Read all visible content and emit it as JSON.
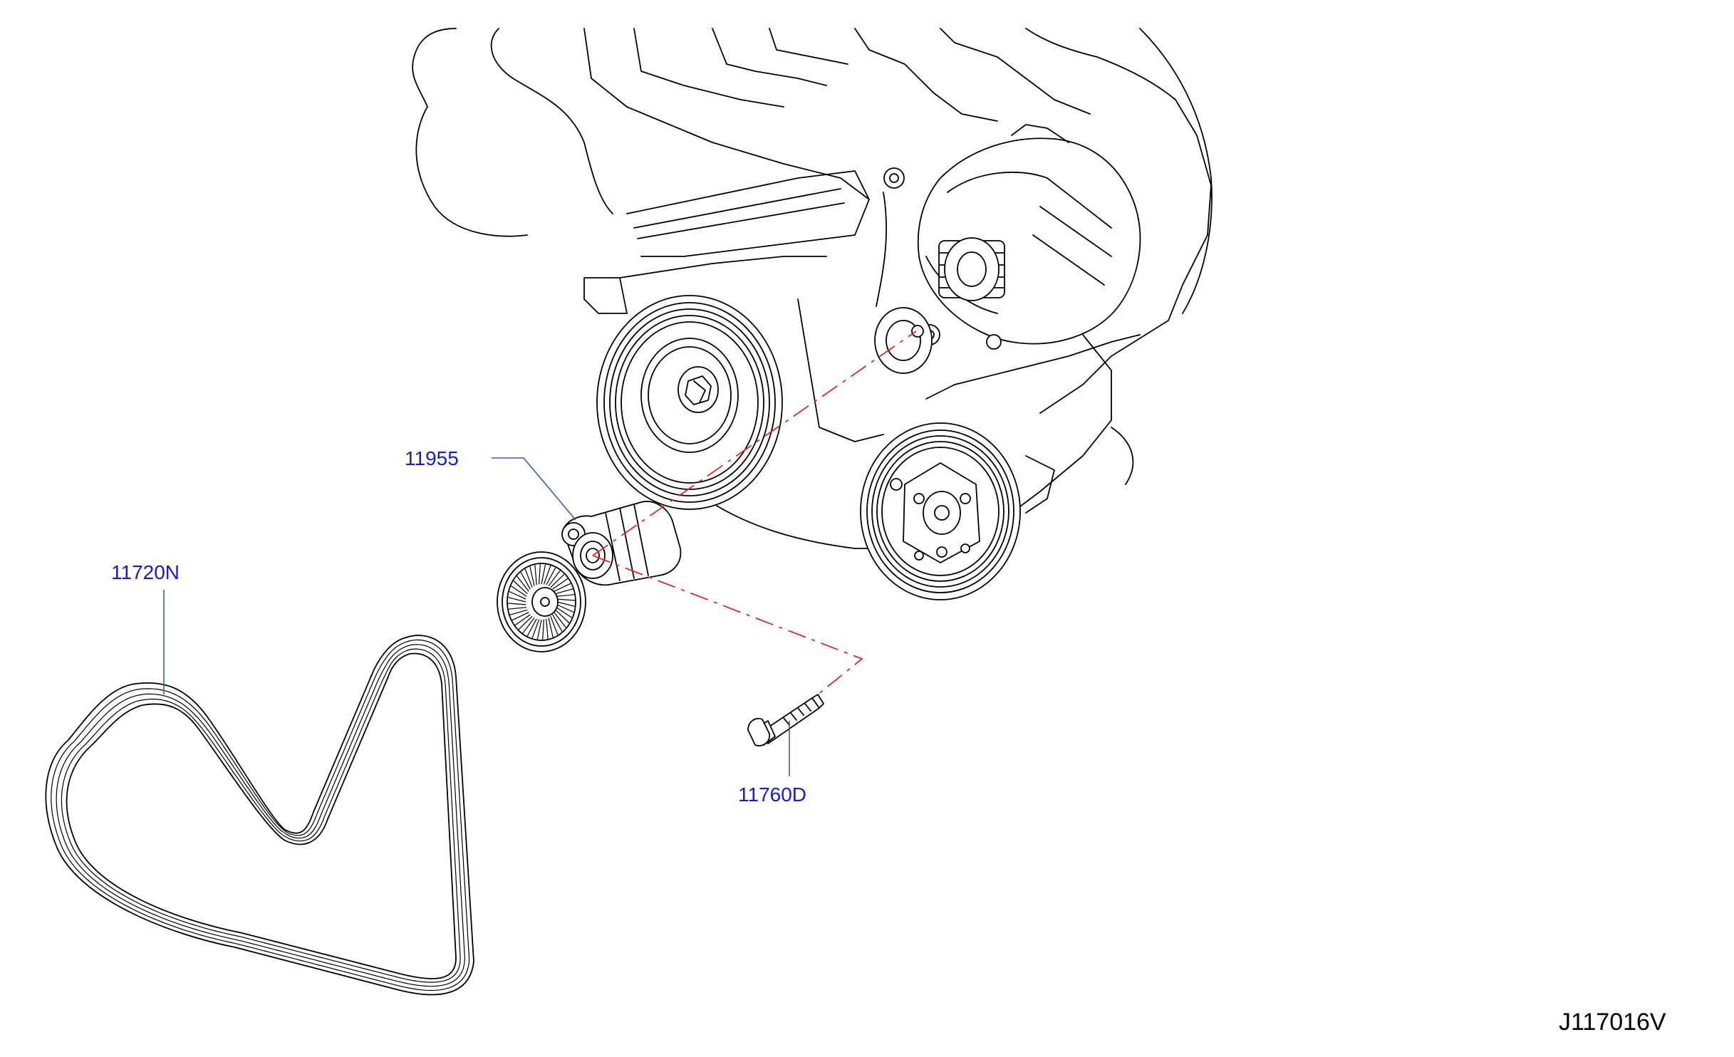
{
  "diagram": {
    "reference_code": "J117016V",
    "parts": [
      {
        "id": "11955",
        "label": "11955"
      },
      {
        "id": "11720N",
        "label": "11720N"
      },
      {
        "id": "11760D",
        "label": "11760D"
      }
    ]
  },
  "colors": {
    "label": "#1a1acc",
    "leader": "#3d5fa8",
    "centerline": "#e0282c",
    "outline": "#000000",
    "background": "#ffffff"
  }
}
